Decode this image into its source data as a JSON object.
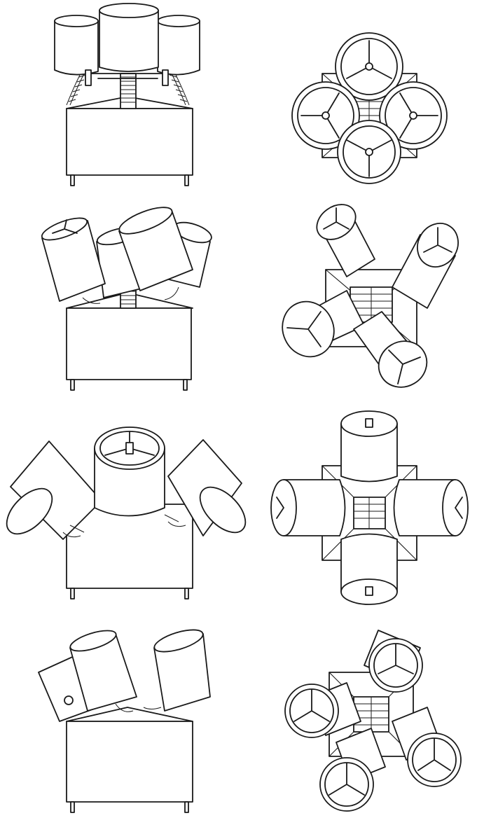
{
  "figure": {
    "rows": [
      {
        "side_view": "side-view-state-1",
        "top_view": "top-view-state-1",
        "tilt_deg": 0
      },
      {
        "side_view": "side-view-state-2",
        "top_view": "top-view-state-2",
        "tilt_deg": 25
      },
      {
        "side_view": "side-view-state-3",
        "top_view": "top-view-state-3",
        "tilt_deg": 50
      },
      {
        "side_view": "side-view-state-4",
        "top_view": "top-view-state-4",
        "tilt_deg": 25
      }
    ]
  }
}
